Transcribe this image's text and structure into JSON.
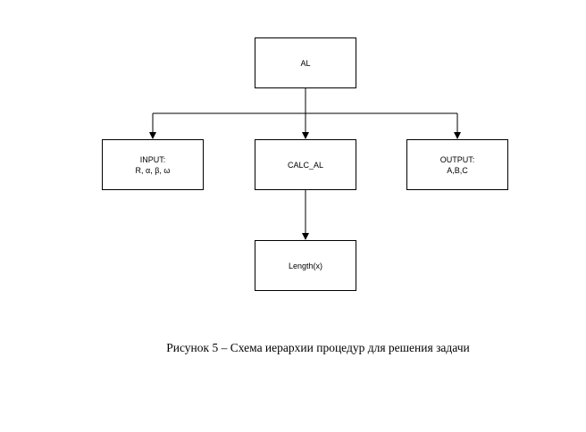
{
  "diagram": {
    "nodes": {
      "al": {
        "lines": [
          "AL"
        ]
      },
      "input": {
        "lines": [
          "INPUT:",
          "R, α, β, ω"
        ]
      },
      "calc": {
        "lines": [
          "CALC_AL"
        ]
      },
      "output": {
        "lines": [
          "OUTPUT:",
          "A,B,C"
        ]
      },
      "length": {
        "lines": [
          "Length(x)"
        ]
      }
    },
    "edges": [
      {
        "from": "al",
        "to": "input"
      },
      {
        "from": "al",
        "to": "calc"
      },
      {
        "from": "al",
        "to": "output"
      },
      {
        "from": "calc",
        "to": "length"
      }
    ]
  },
  "caption": "Рисунок 5 – Схема иерархии процедур для решения задачи"
}
